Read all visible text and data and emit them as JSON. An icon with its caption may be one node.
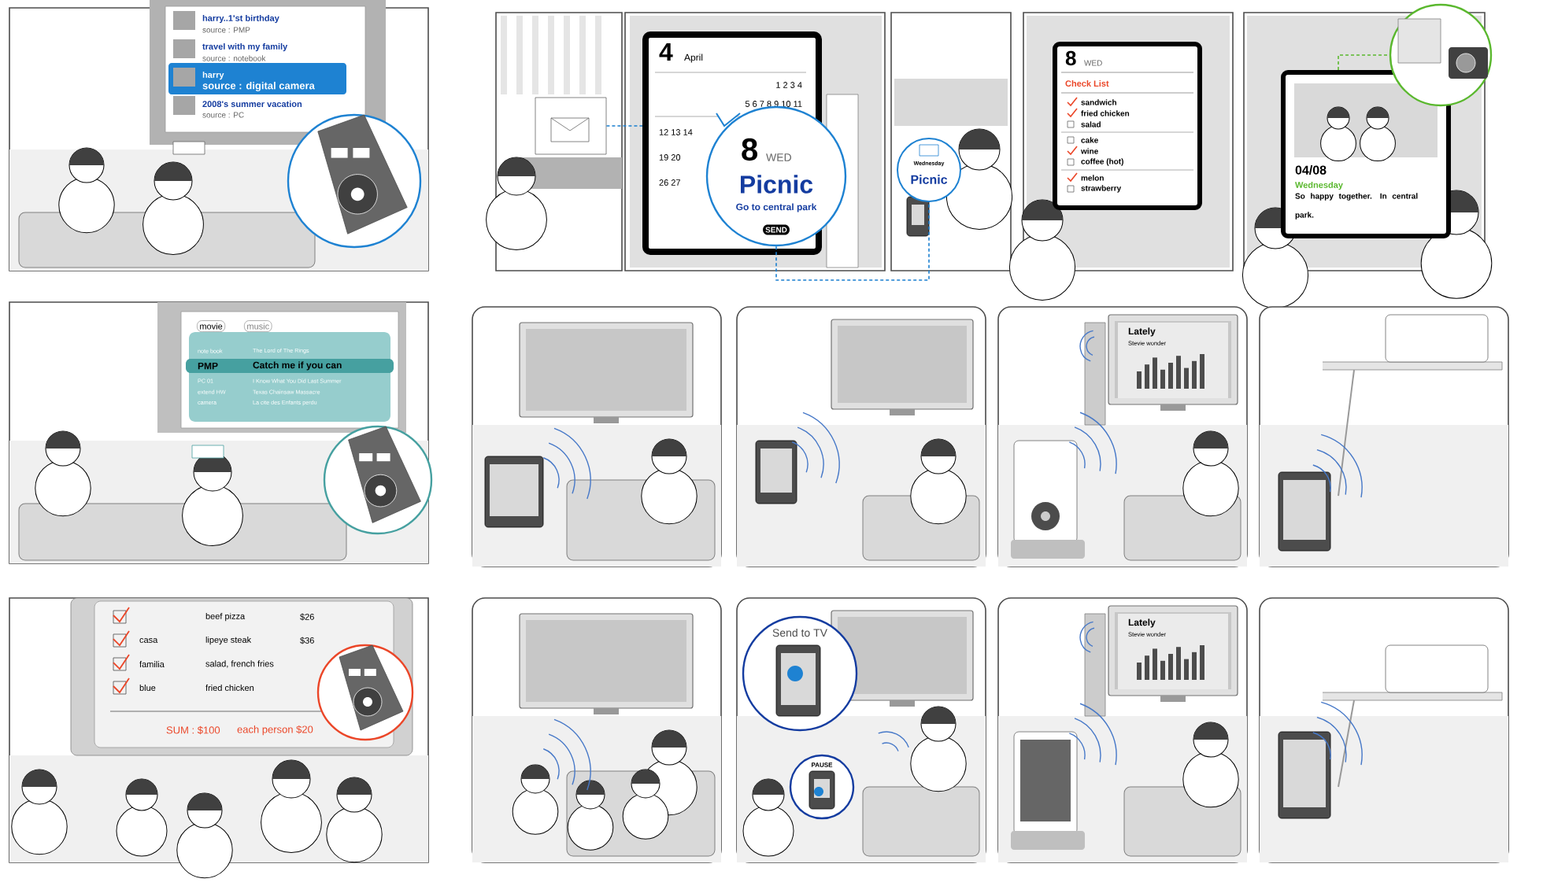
{
  "diagram": {
    "nodes": [
      {
        "text": [
          "harry..1'st birthday",
          "source : PMP",
          "travel with my family",
          "source : notebook",
          "harry",
          "source : digital camera",
          "2008's summer vacation",
          "source : PC"
        ]
      },
      {
        "text": [],
        "shape": "box"
      },
      {
        "text": [
          "4",
          "April",
          "1 2 3 4",
          "5 6 7 8 9 10 11",
          "12 13 14",
          "19 20",
          "26 27"
        ]
      },
      {
        "text": [
          "8",
          "WED",
          "Picnic",
          "Go to central park",
          "SEND"
        ]
      },
      {
        "text": [
          "Wednesday",
          "Picnic"
        ]
      },
      {
        "text": [
          "8",
          "WED",
          "Check List",
          "sandwich",
          "fried chicken",
          "salad",
          "cake",
          "wine",
          "coffee (hot)",
          "melon",
          "strawberry"
        ]
      },
      {
        "text": [
          "04/08",
          "Wednesday",
          "So happy together. In central park."
        ]
      },
      {
        "text": [],
        "shape": "circle"
      },
      {
        "text": [
          "movie",
          "music",
          "note book",
          "The Lord of The Rings",
          "PMP",
          "Catch me if you can",
          "PC 01",
          "I Know What You Did Last Summer",
          "extend HW",
          "Texas Chainsaw Massacre",
          "camera",
          "La cite des Enfants perdu"
        ]
      },
      {
        "text": [
          "Lately",
          "Stevie wonder"
        ]
      },
      {
        "text": [
          "beef pizza",
          "$26",
          "casa",
          "lipeye steak",
          "$36",
          "familia",
          "salad, french fries",
          "blue",
          "fried chicken",
          "SUM : $100",
          "each person  $20"
        ]
      },
      {
        "text": [
          "Send to TV"
        ]
      },
      {
        "text": [
          "PAUSE"
        ]
      },
      {
        "text": [
          "Lately",
          "Stevie wonder"
        ]
      }
    ],
    "edges": [
      {
        "from": 1,
        "to": 2,
        "arrow": "none",
        "style": "dashed",
        "color": "#1a7fd0"
      },
      {
        "from": 3,
        "to": 4,
        "arrow": "none",
        "style": "dashed",
        "color": "#1a7fd0"
      },
      {
        "from": 6,
        "to": 7,
        "arrow": "none",
        "style": "dashed",
        "color": "#5ab82e"
      }
    ]
  }
}
